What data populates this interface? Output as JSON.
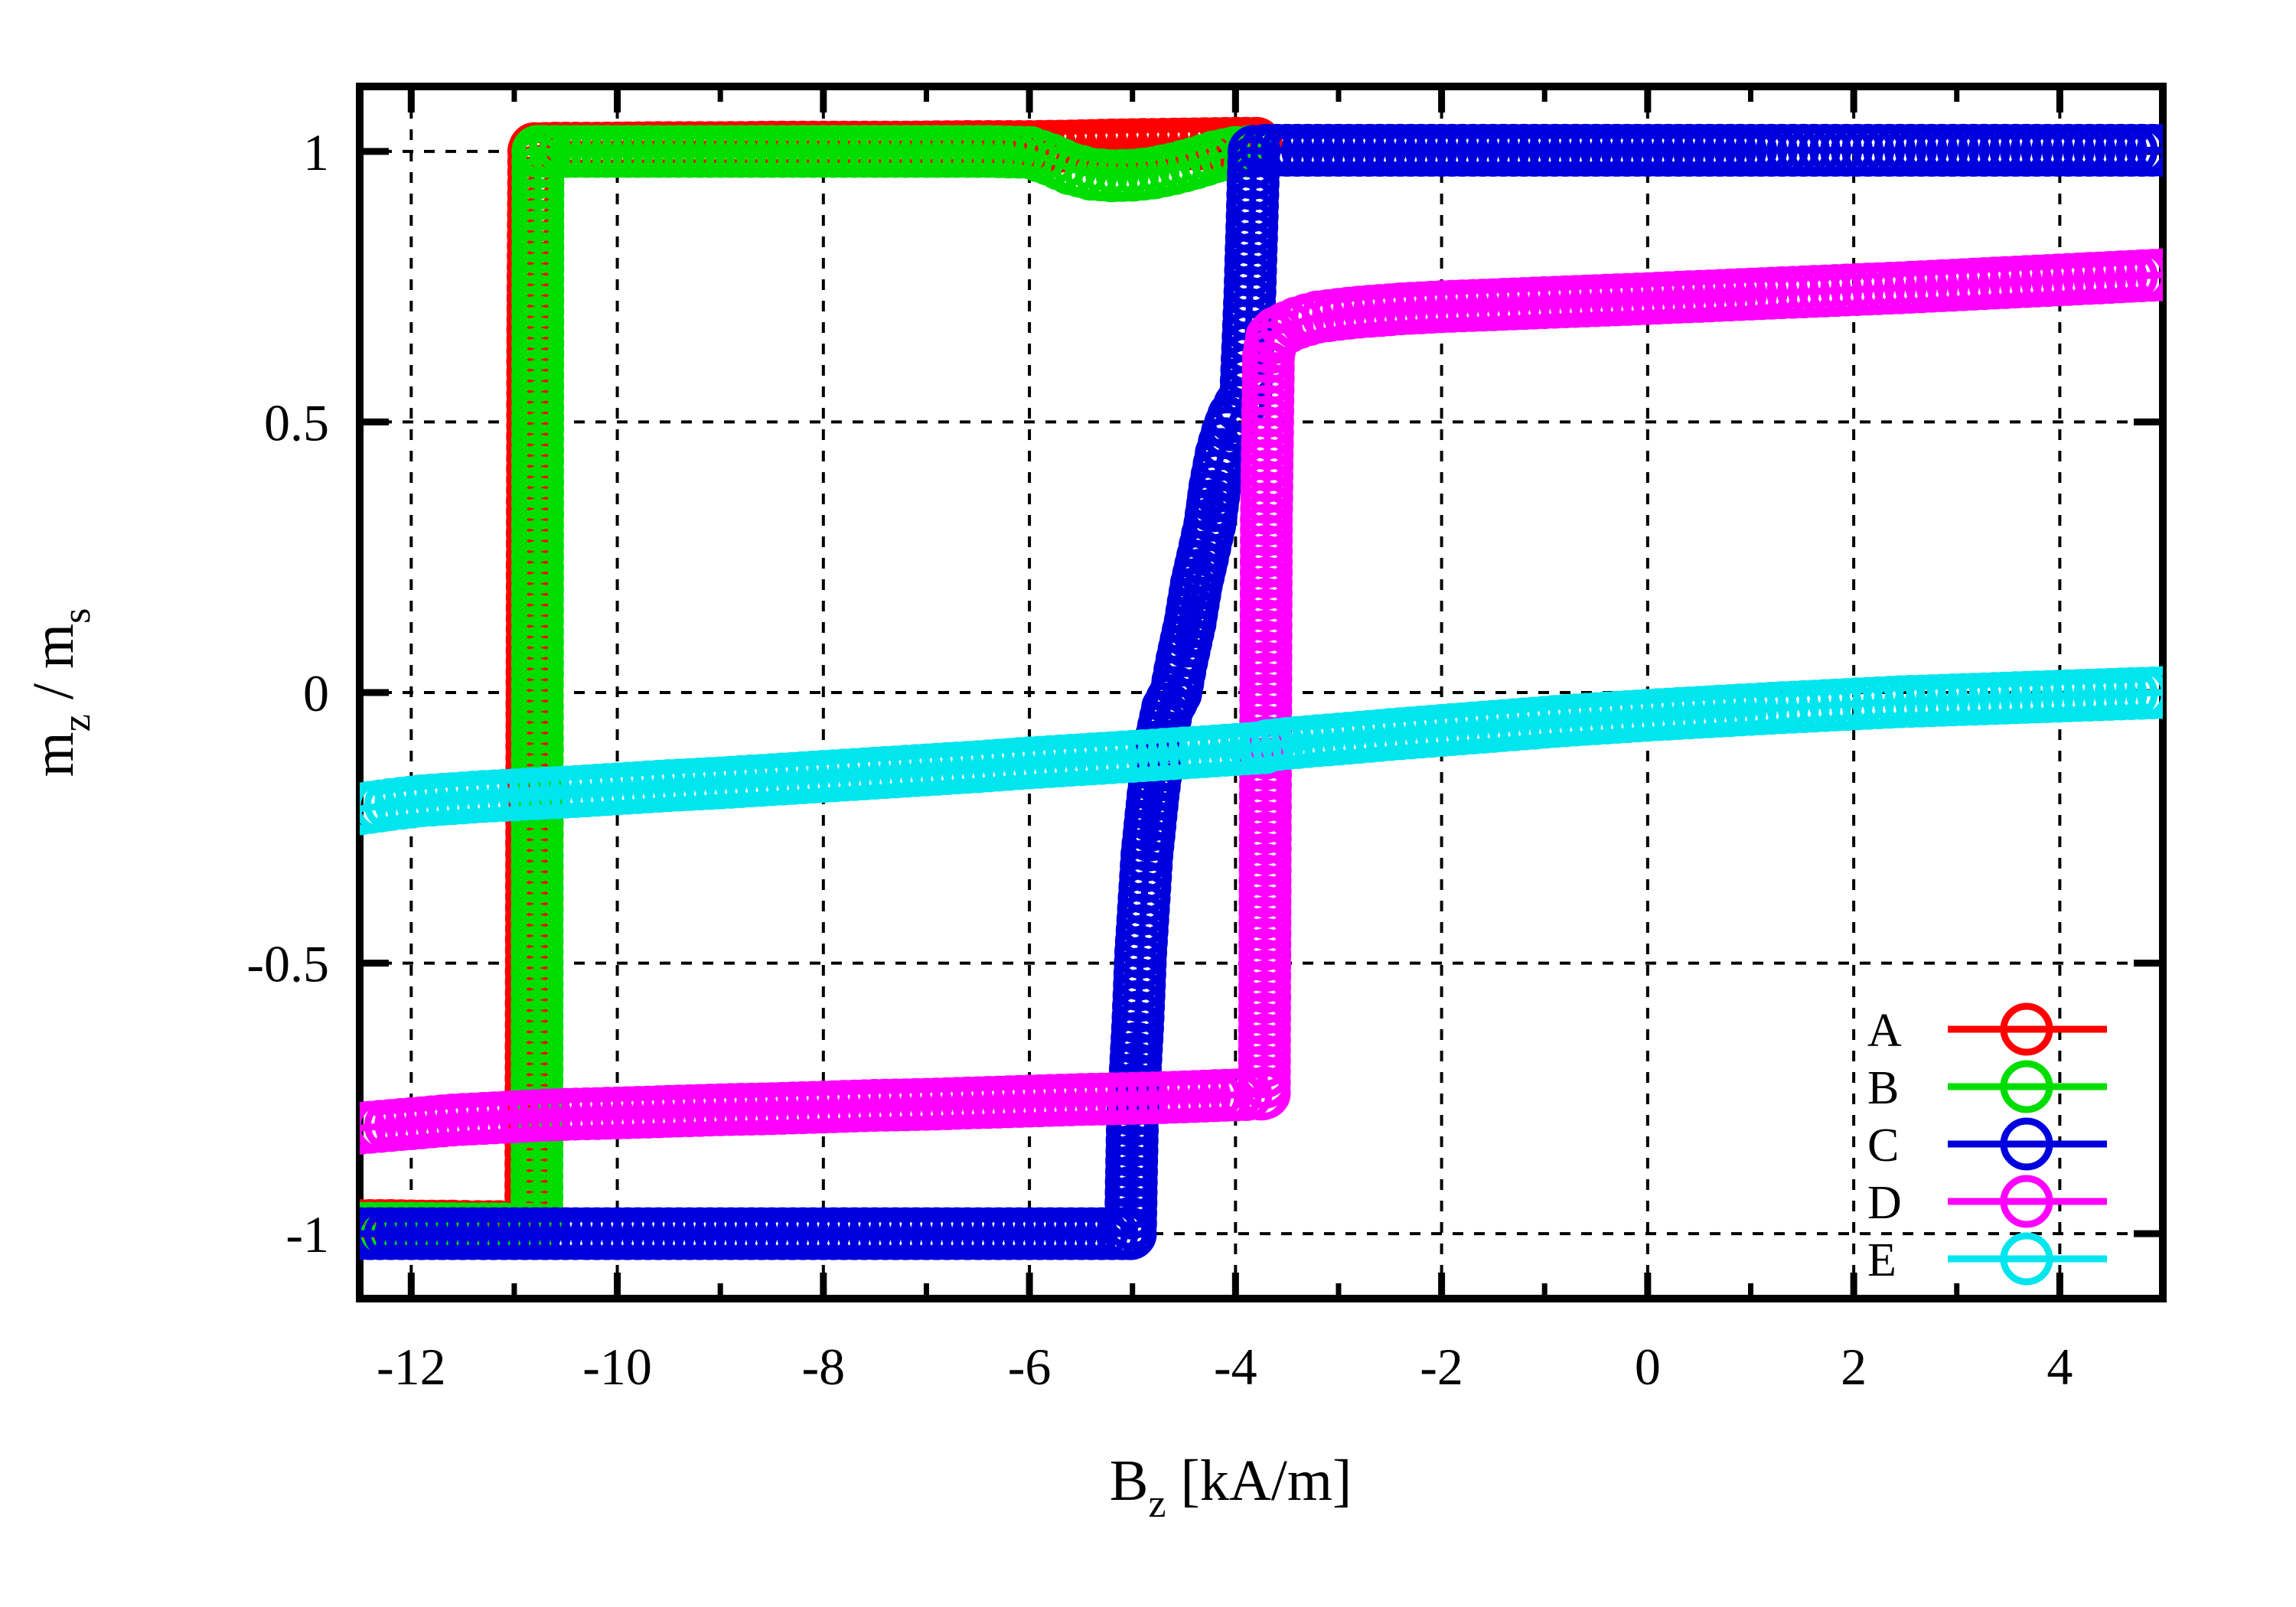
{
  "chart_data": {
    "type": "line",
    "title": "",
    "xlabel": "B_z [kA/m]",
    "xlabel_base": "B",
    "xlabel_sub": "z",
    "xlabel_unit": " [kA/m]",
    "ylabel": "m_z / m_s",
    "ylabel_base1": "m",
    "ylabel_sub1": "z",
    "ylabel_mid": " / m",
    "ylabel_sub2": "s",
    "xlim": [
      -12.5,
      5.0
    ],
    "ylim": [
      -1.12,
      1.12
    ],
    "xticks": [
      -12,
      -10,
      -8,
      -6,
      -4,
      -2,
      0,
      2,
      4
    ],
    "xticklabels": [
      "-12",
      "-10",
      "-8",
      "-6",
      "-4",
      "-2",
      "0",
      "2",
      "4"
    ],
    "yticks": [
      1,
      0.5,
      0,
      -0.5,
      -1
    ],
    "yticklabels": [
      "1",
      "0.5",
      "0",
      "-0.5",
      "-1"
    ],
    "grid": true,
    "grid_style": "dotted",
    "marker": "open-circle",
    "legend_position": "bottom-right",
    "series": [
      {
        "name": "A",
        "color": "#ff0000",
        "points": [
          [
            -12.5,
            -0.985
          ],
          [
            -12.2,
            -0.985
          ],
          [
            -11.9,
            -0.986
          ],
          [
            -11.6,
            -0.986
          ],
          [
            -11.35,
            -0.987
          ],
          [
            -11.15,
            -0.987
          ],
          [
            -11.0,
            -0.988
          ],
          [
            -10.9,
            -0.988
          ],
          [
            -10.84,
            -0.989
          ],
          [
            -10.82,
            0.69
          ],
          [
            -10.81,
            1.0
          ],
          [
            -10.8,
            1.005
          ],
          [
            -10.6,
            1.006
          ],
          [
            -10.2,
            1.006
          ],
          [
            -9.6,
            1.007
          ],
          [
            -9.0,
            1.007
          ],
          [
            -8.4,
            1.008
          ],
          [
            -7.8,
            1.008
          ],
          [
            -7.2,
            1.008
          ],
          [
            -6.6,
            1.009
          ],
          [
            -6.0,
            1.009
          ],
          [
            -5.6,
            1.01
          ],
          [
            -5.2,
            1.012
          ],
          [
            -4.8,
            1.013
          ],
          [
            -4.4,
            1.014
          ],
          [
            -4.0,
            1.015
          ],
          [
            -3.8,
            1.015
          ]
        ]
      },
      {
        "name": "B",
        "color": "#00dd00",
        "points": [
          [
            -12.5,
            -0.99
          ],
          [
            -12.0,
            -0.99
          ],
          [
            -11.5,
            -0.991
          ],
          [
            -11.1,
            -0.991
          ],
          [
            -10.85,
            -0.992
          ],
          [
            -10.78,
            -0.992
          ],
          [
            -10.77,
            1.0
          ],
          [
            -10.7,
            1.0
          ],
          [
            -10.4,
            1.0
          ],
          [
            -10.0,
            1.0
          ],
          [
            -9.4,
            1.0
          ],
          [
            -8.8,
            1.0
          ],
          [
            -8.2,
            1.0
          ],
          [
            -7.6,
            1.0
          ],
          [
            -7.0,
            1.0
          ],
          [
            -6.4,
            1.0
          ],
          [
            -6.0,
            0.998
          ],
          [
            -5.8,
            0.985
          ],
          [
            -5.6,
            0.968
          ],
          [
            -5.4,
            0.958
          ],
          [
            -5.2,
            0.955
          ],
          [
            -5.0,
            0.956
          ],
          [
            -4.8,
            0.96
          ],
          [
            -4.6,
            0.968
          ],
          [
            -4.4,
            0.978
          ],
          [
            -4.2,
            0.99
          ],
          [
            -4.0,
            0.998
          ],
          [
            -3.85,
            1.0
          ]
        ]
      },
      {
        "name": "C",
        "color": "#0000dd",
        "points": [
          [
            -12.5,
            -1.0
          ],
          [
            -12.0,
            -1.0
          ],
          [
            -11.5,
            -1.0
          ],
          [
            -11.0,
            -1.0
          ],
          [
            -10.5,
            -1.0
          ],
          [
            -10.0,
            -1.0
          ],
          [
            -9.5,
            -1.0
          ],
          [
            -9.0,
            -1.0
          ],
          [
            -8.5,
            -1.0
          ],
          [
            -8.0,
            -1.0
          ],
          [
            -7.5,
            -1.0
          ],
          [
            -7.0,
            -1.0
          ],
          [
            -6.5,
            -1.0
          ],
          [
            -6.0,
            -1.0
          ],
          [
            -5.6,
            -1.0
          ],
          [
            -5.3,
            -1.0
          ],
          [
            -5.1,
            -1.0
          ],
          [
            -5.02,
            -1.0
          ],
          [
            -5.0,
            -0.79
          ],
          [
            -4.95,
            -0.62
          ],
          [
            -4.92,
            -0.48
          ],
          [
            -4.86,
            -0.3
          ],
          [
            -4.8,
            -0.19
          ],
          [
            -4.74,
            -0.1
          ],
          [
            -4.66,
            -0.03
          ],
          [
            -4.58,
            0.0
          ],
          [
            -4.52,
            0.06
          ],
          [
            -4.44,
            0.13
          ],
          [
            -4.38,
            0.2
          ],
          [
            -4.32,
            0.25
          ],
          [
            -4.25,
            0.31
          ],
          [
            -4.2,
            0.38
          ],
          [
            -4.14,
            0.44
          ],
          [
            -4.08,
            0.48
          ],
          [
            -4.02,
            0.51
          ],
          [
            -3.96,
            0.53
          ],
          [
            -3.9,
            0.555
          ],
          [
            -3.86,
            0.74
          ],
          [
            -3.82,
            1.0
          ],
          [
            -3.7,
            1.002
          ],
          [
            -3.4,
            1.002
          ],
          [
            -3.0,
            1.002
          ],
          [
            -2.5,
            1.002
          ],
          [
            -2.0,
            1.002
          ],
          [
            -1.5,
            1.002
          ],
          [
            -1.0,
            1.002
          ],
          [
            -0.5,
            1.002
          ],
          [
            0.0,
            1.002
          ],
          [
            1.2,
            1.002
          ],
          [
            2.45,
            1.002
          ],
          [
            5.0,
            1.002
          ]
        ]
      },
      {
        "name": "D",
        "color": "#ff00ff",
        "points": [
          [
            -12.5,
            -0.805
          ],
          [
            -12.2,
            -0.8
          ],
          [
            -11.9,
            -0.795
          ],
          [
            -11.6,
            -0.79
          ],
          [
            -11.3,
            -0.787
          ],
          [
            -11.0,
            -0.784
          ],
          [
            -10.7,
            -0.781
          ],
          [
            -10.4,
            -0.779
          ],
          [
            -10.0,
            -0.777
          ],
          [
            -9.5,
            -0.774
          ],
          [
            -9.0,
            -0.771
          ],
          [
            -8.5,
            -0.769
          ],
          [
            -8.0,
            -0.766
          ],
          [
            -7.5,
            -0.763
          ],
          [
            -7.0,
            -0.761
          ],
          [
            -6.5,
            -0.758
          ],
          [
            -6.0,
            -0.755
          ],
          [
            -5.5,
            -0.752
          ],
          [
            -5.0,
            -0.75
          ],
          [
            -4.6,
            -0.748
          ],
          [
            -4.2,
            -0.745
          ],
          [
            -3.9,
            -0.743
          ],
          [
            -3.75,
            -0.742
          ],
          [
            -3.72,
            -0.74
          ],
          [
            -3.7,
            0.32
          ],
          [
            -3.68,
            0.62
          ],
          [
            -3.65,
            0.655
          ],
          [
            -3.6,
            0.665
          ],
          [
            -3.5,
            0.675
          ],
          [
            -3.4,
            0.683
          ],
          [
            -3.3,
            0.689
          ],
          [
            -3.2,
            0.694
          ],
          [
            -3.0,
            0.699
          ],
          [
            -2.8,
            0.703
          ],
          [
            -2.6,
            0.706
          ],
          [
            -2.4,
            0.709
          ],
          [
            -2.2,
            0.711
          ],
          [
            -2.0,
            0.713
          ],
          [
            -1.6,
            0.716
          ],
          [
            -1.2,
            0.719
          ],
          [
            -0.8,
            0.722
          ],
          [
            -0.4,
            0.725
          ],
          [
            0.0,
            0.728
          ],
          [
            1.2,
            0.738
          ],
          [
            2.45,
            0.748
          ],
          [
            5.0,
            0.772
          ]
        ]
      },
      {
        "name": "E",
        "color": "#00e5ee",
        "points": [
          [
            -12.5,
            -0.215
          ],
          [
            -12.2,
            -0.207
          ],
          [
            -11.9,
            -0.2
          ],
          [
            -11.6,
            -0.196
          ],
          [
            -11.3,
            -0.192
          ],
          [
            -11.0,
            -0.189
          ],
          [
            -10.7,
            -0.186
          ],
          [
            -10.4,
            -0.183
          ],
          [
            -10.0,
            -0.178
          ],
          [
            -9.5,
            -0.172
          ],
          [
            -9.0,
            -0.167
          ],
          [
            -8.5,
            -0.161
          ],
          [
            -8.0,
            -0.155
          ],
          [
            -7.5,
            -0.149
          ],
          [
            -7.0,
            -0.143
          ],
          [
            -6.5,
            -0.137
          ],
          [
            -6.0,
            -0.13
          ],
          [
            -5.5,
            -0.124
          ],
          [
            -5.0,
            -0.118
          ],
          [
            -4.6,
            -0.113
          ],
          [
            -4.2,
            -0.108
          ],
          [
            -3.9,
            -0.104
          ],
          [
            -3.72,
            -0.102
          ],
          [
            -3.68,
            -0.098
          ],
          [
            -3.5,
            -0.094
          ],
          [
            -3.2,
            -0.089
          ],
          [
            -3.0,
            -0.086
          ],
          [
            -2.7,
            -0.081
          ],
          [
            -2.4,
            -0.076
          ],
          [
            -2.0,
            -0.07
          ],
          [
            -1.6,
            -0.064
          ],
          [
            -1.2,
            -0.058
          ],
          [
            -0.8,
            -0.052
          ],
          [
            -0.4,
            -0.047
          ],
          [
            0.0,
            -0.042
          ],
          [
            1.2,
            -0.029
          ],
          [
            2.45,
            -0.017
          ],
          [
            5.0,
            0.0
          ]
        ]
      }
    ],
    "legend": [
      {
        "label": "A",
        "color": "#ff0000"
      },
      {
        "label": "B",
        "color": "#00dd00"
      },
      {
        "label": "C",
        "color": "#0000dd"
      },
      {
        "label": "D",
        "color": "#ff00ff"
      },
      {
        "label": "E",
        "color": "#00e5ee"
      }
    ]
  }
}
